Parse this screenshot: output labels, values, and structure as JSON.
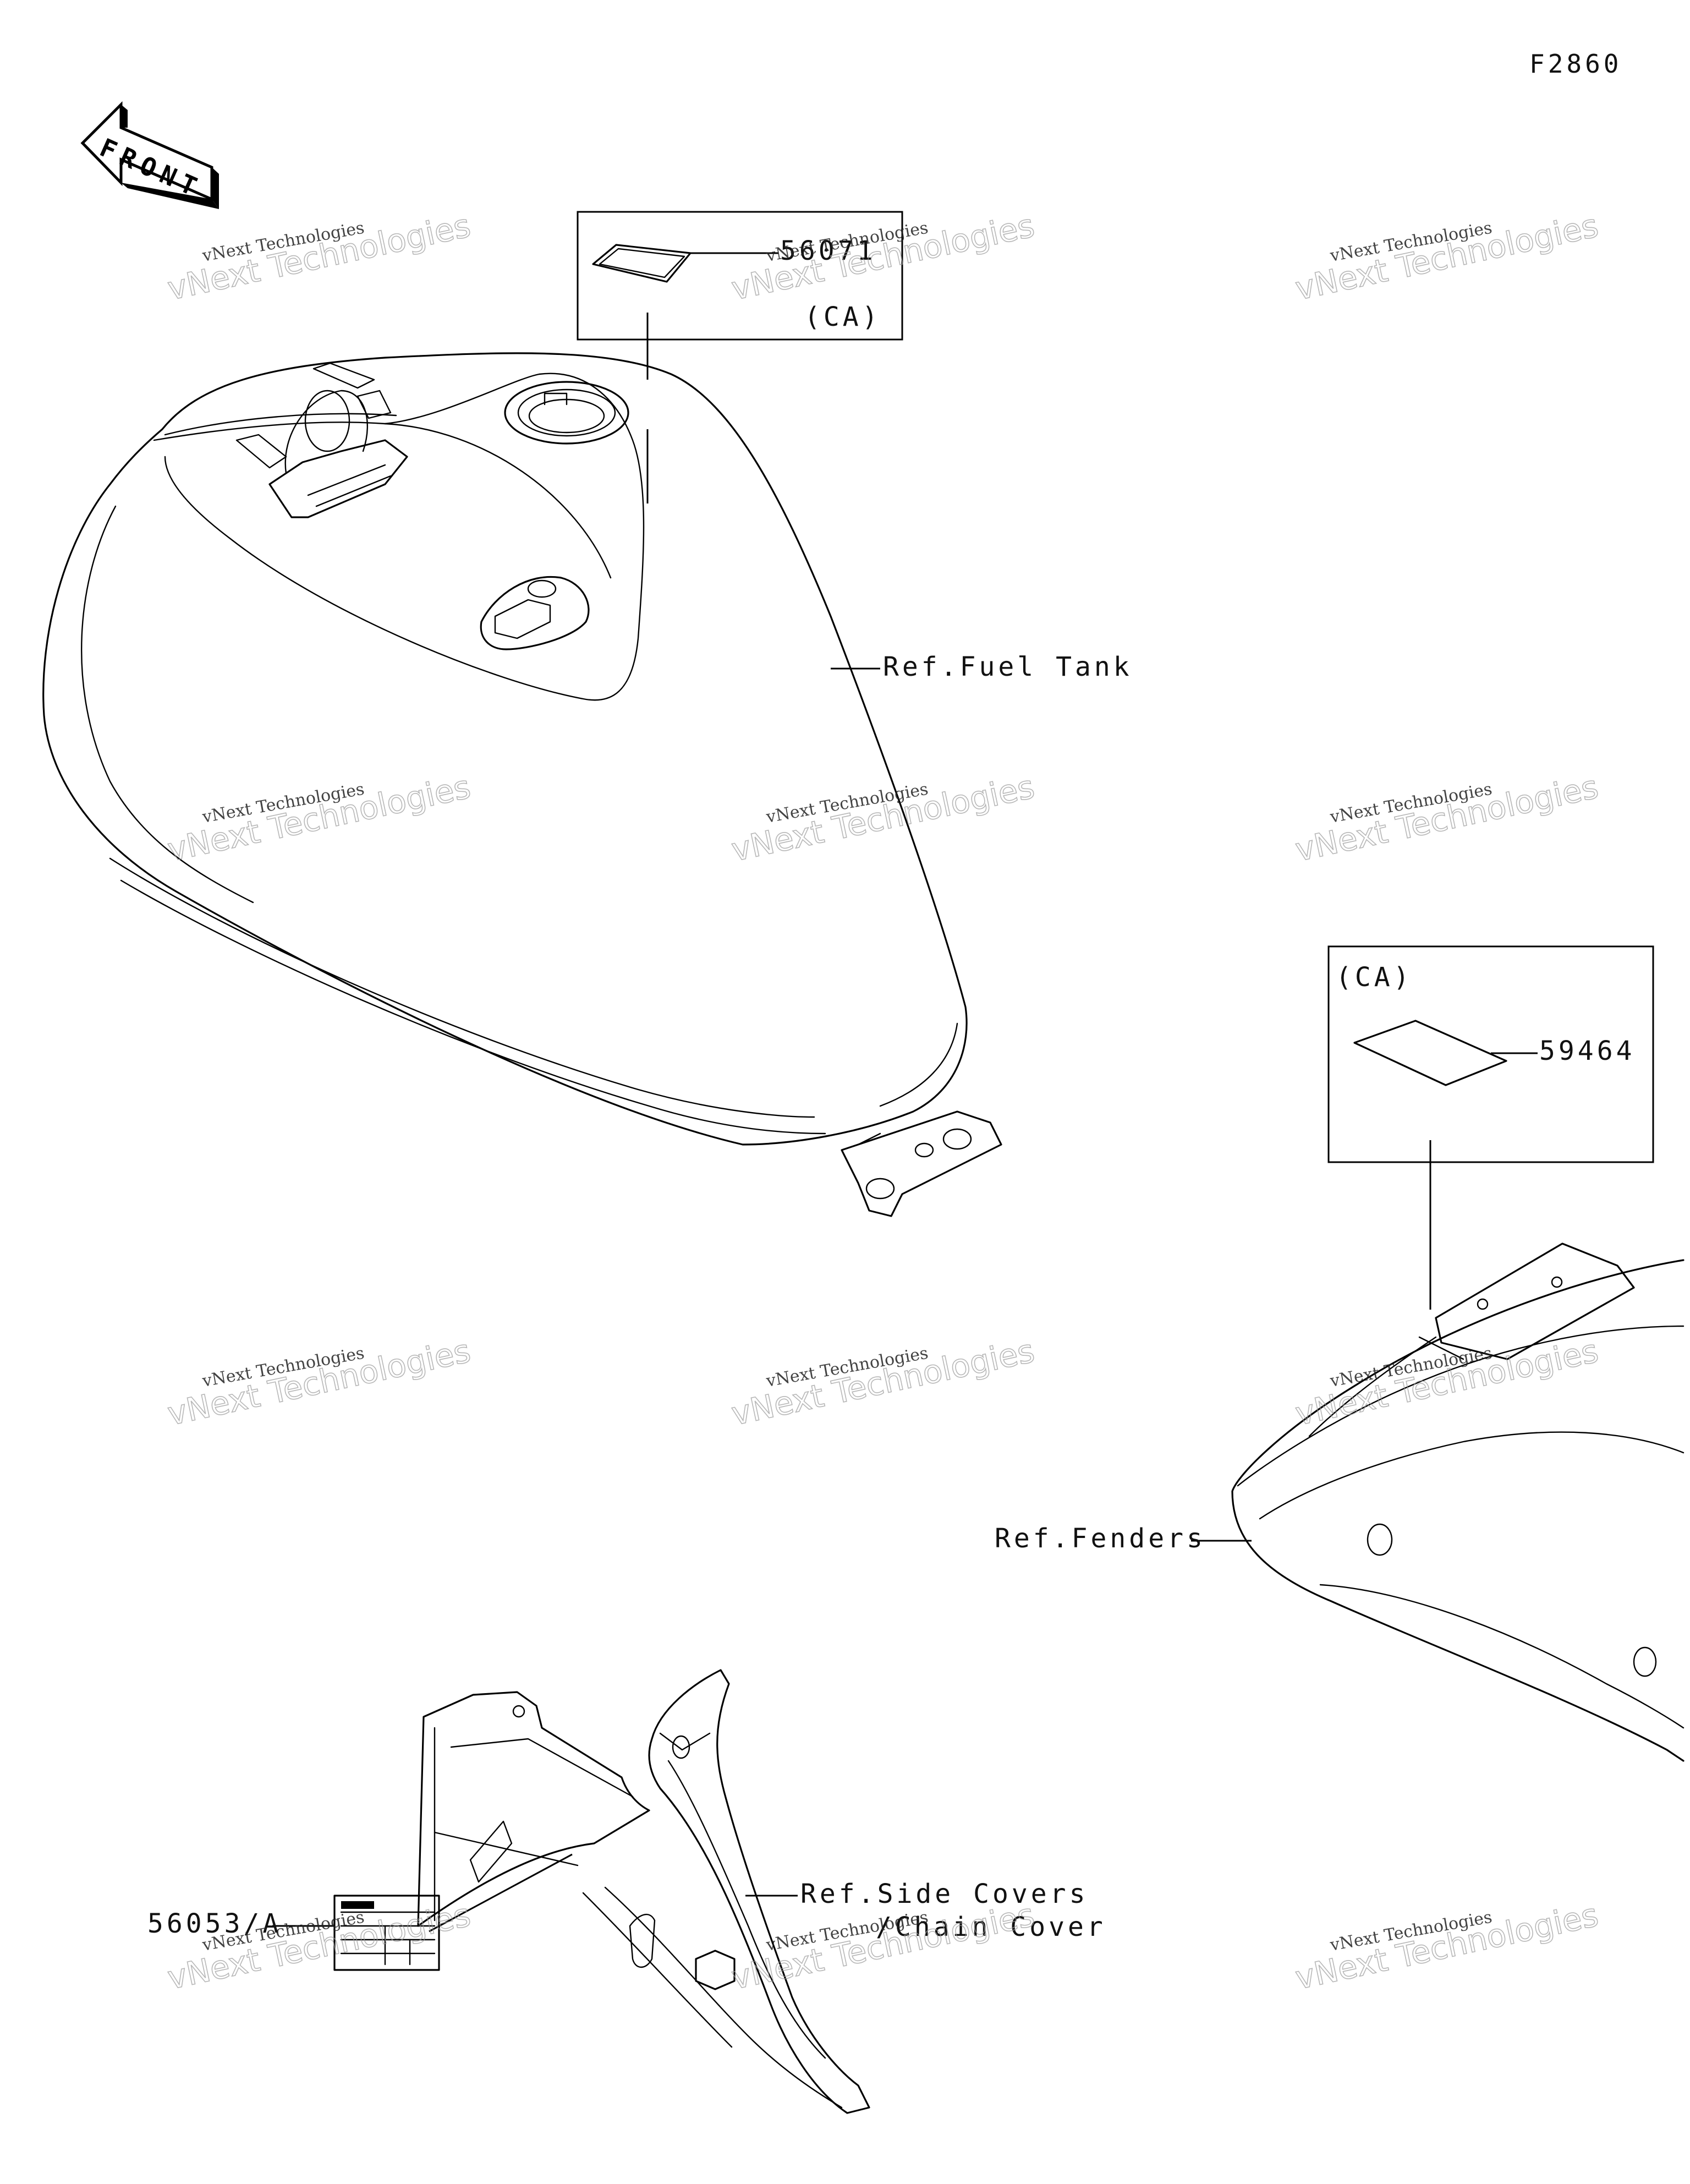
{
  "diagram_code": "F2860",
  "front_label": "FRONT",
  "labels": {
    "part_56071": "56071",
    "ca_top": "(CA)",
    "ref_fuel_tank": "Ref.Fuel Tank",
    "ca_right": "(CA)",
    "part_59464": "59464",
    "ref_fenders": "Ref.Fenders",
    "part_56053": "56053/A",
    "ref_side_covers_1": "Ref.Side Covers",
    "ref_side_covers_2": "/Chain Cover"
  },
  "watermark": {
    "line1": "vNext Technologies",
    "line2": "vNext Technologies"
  }
}
